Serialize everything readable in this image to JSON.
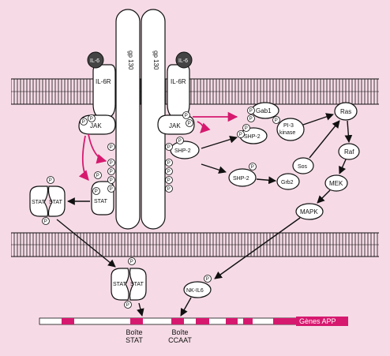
{
  "colors": {
    "background": "#f6dbe6",
    "accent": "#d6196f",
    "ink": "#111111",
    "membrane_fill": "#ffffff"
  },
  "labels": {
    "il6_left": "IL-6",
    "il6_right": "IL-6",
    "il6r_left": "IL-6R",
    "il6r_right": "IL-6R",
    "gp130_left": "gp 130",
    "gp130_right": "gp 130",
    "jak_left": "JAK",
    "jak_right": "JAK",
    "gab1": "Gab1",
    "shp2_a": "SHP-2",
    "shp2_b": "SHP-2",
    "shp2_c": "SHP-2",
    "pi3_line1": "PI-3",
    "pi3_line2": "kinase",
    "ras": "Ras",
    "raf": "Raf",
    "mek": "MEK",
    "mapk": "MAPK",
    "sos": "Sos",
    "grb2": "Grb2",
    "stat_bound": "STAT",
    "stat_dimer_a": "STAT",
    "stat_dimer_b": "STAT",
    "stat_nuc_a": "STAT",
    "stat_nuc_b": "STAT",
    "nkil6": "NK-IL6",
    "phospho": "P",
    "genes": "Gènes APP",
    "boite_stat_1": "Boîte",
    "boite_stat_2": "STAT",
    "boite_ccaat_1": "Boîte",
    "boite_ccaat_2": "CCAAT"
  }
}
